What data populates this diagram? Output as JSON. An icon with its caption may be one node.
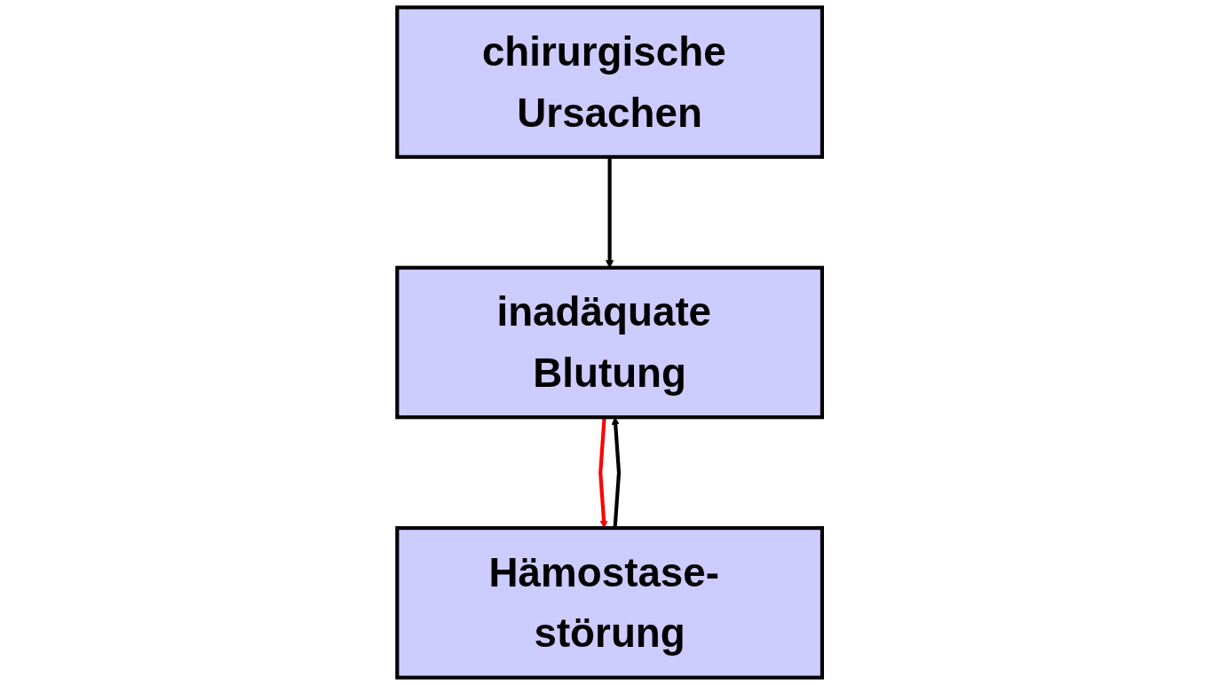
{
  "diagram": {
    "nodes": [
      {
        "text": [
          "chirurgische Ursachen"
        ]
      },
      {
        "text": [
          "Hämostase- störung"
        ]
      },
      {
        "text": [
          "inadäquate Blutung"
        ]
      }
    ],
    "edges": [
      {
        "from": 0,
        "to": 2,
        "arrow": "to"
      },
      {
        "from": 1,
        "to": 2,
        "arrow": "to"
      },
      {
        "from": 2,
        "to": 1,
        "arrow": "to",
        "color": "#ff0000"
      }
    ]
  }
}
